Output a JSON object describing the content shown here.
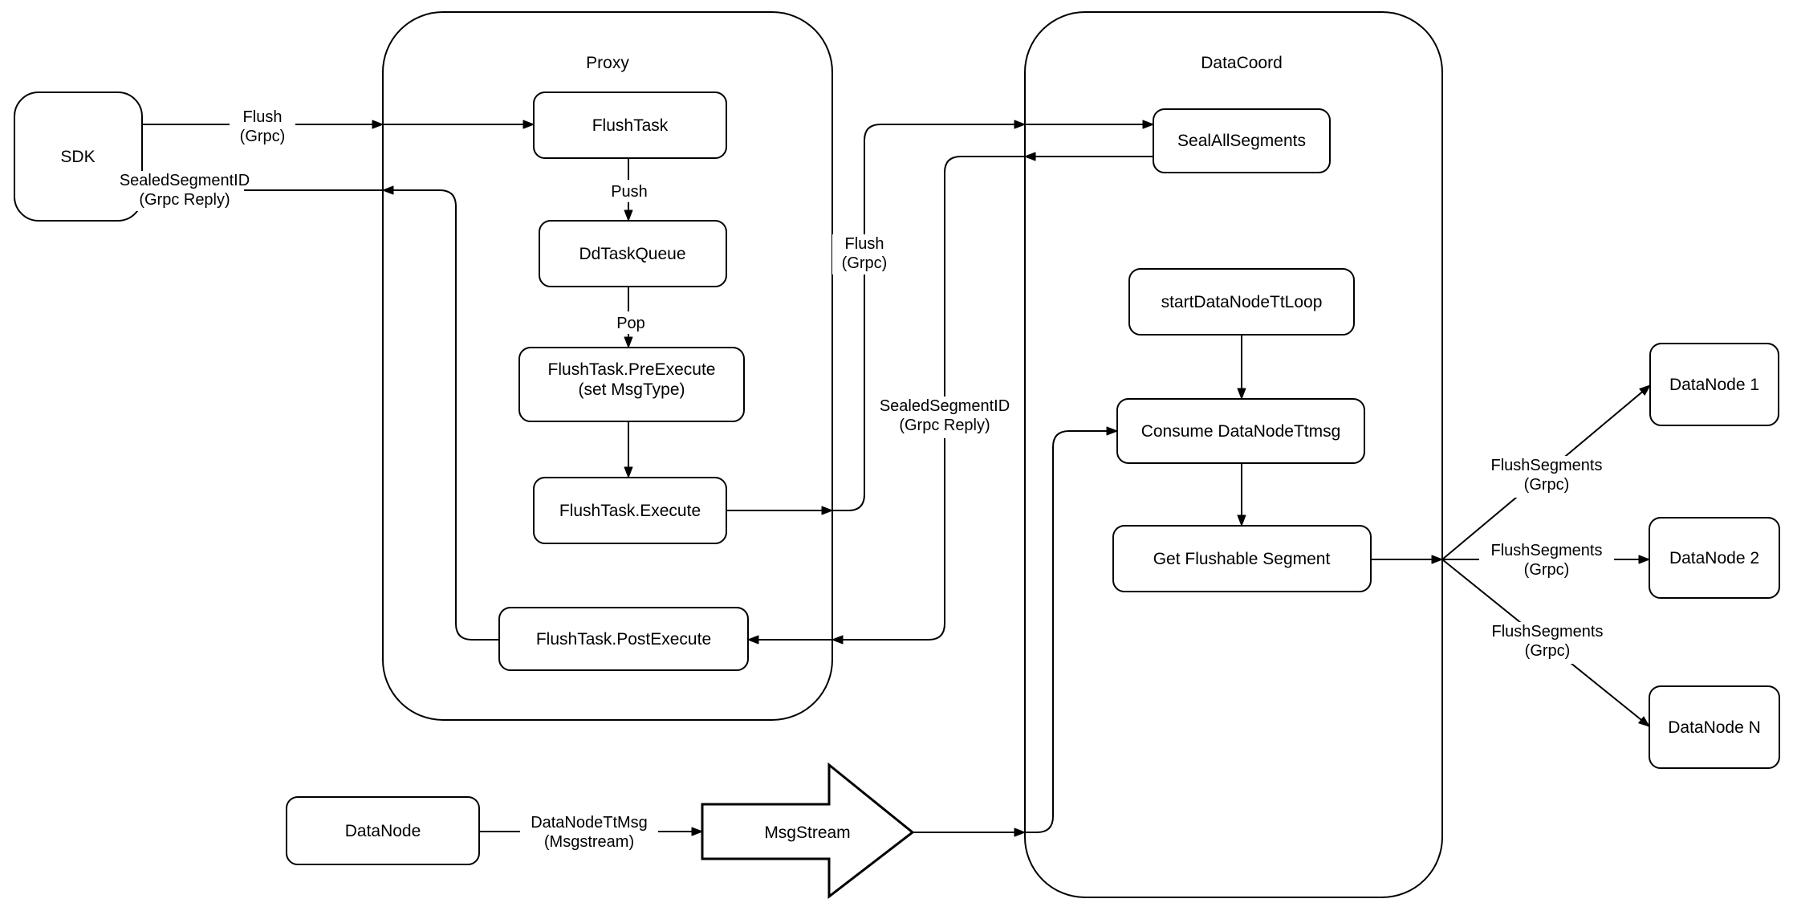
{
  "diagram": {
    "containers": {
      "proxy": {
        "title": "Proxy"
      },
      "datacoord": {
        "title": "DataCoord"
      }
    },
    "nodes": {
      "sdk": {
        "label": "SDK"
      },
      "flush_task": {
        "label": "FlushTask"
      },
      "dd_task_queue": {
        "label": "DdTaskQueue"
      },
      "pre_execute": {
        "line1": "FlushTask.PreExecute",
        "line2": "(set MsgType)"
      },
      "execute": {
        "label": "FlushTask.Execute"
      },
      "post_execute": {
        "label": "FlushTask.PostExecute"
      },
      "seal_all_segments": {
        "label": "SealAllSegments"
      },
      "start_datanode_tt_loop": {
        "label": "startDataNodeTtLoop"
      },
      "consume_datanode_ttmsg": {
        "label": "Consume DataNodeTtmsg"
      },
      "get_flushable_segment": {
        "label": "Get Flushable Segment"
      },
      "datanode": {
        "label": "DataNode"
      },
      "msgstream": {
        "label": "MsgStream"
      },
      "datanode1": {
        "label": "DataNode 1"
      },
      "datanode2": {
        "label": "DataNode 2"
      },
      "datanoden": {
        "label": "DataNode N"
      }
    },
    "edge_labels": {
      "flush_sdk": {
        "line1": "Flush",
        "line2": "(Grpc)"
      },
      "sealed_sdk": {
        "line1": "SealedSegmentID",
        "line2": "(Grpc Reply)"
      },
      "push": {
        "label": "Push"
      },
      "pop": {
        "label": "Pop"
      },
      "flush_mid": {
        "line1": "Flush",
        "line2": "(Grpc)"
      },
      "sealed_mid": {
        "line1": "SealedSegmentID",
        "line2": "(Grpc Reply)"
      },
      "datanode_tt": {
        "line1": "DataNodeTtMsg",
        "line2": "(Msgstream)"
      },
      "flush_segments_1": {
        "line1": "FlushSegments",
        "line2": "(Grpc)"
      },
      "flush_segments_2": {
        "line1": "FlushSegments",
        "line2": "(Grpc)"
      },
      "flush_segments_3": {
        "line1": "FlushSegments",
        "line2": "(Grpc)"
      }
    },
    "colors": {
      "stroke": "#000000",
      "fill": "#ffffff",
      "background": "#ffffff"
    }
  }
}
